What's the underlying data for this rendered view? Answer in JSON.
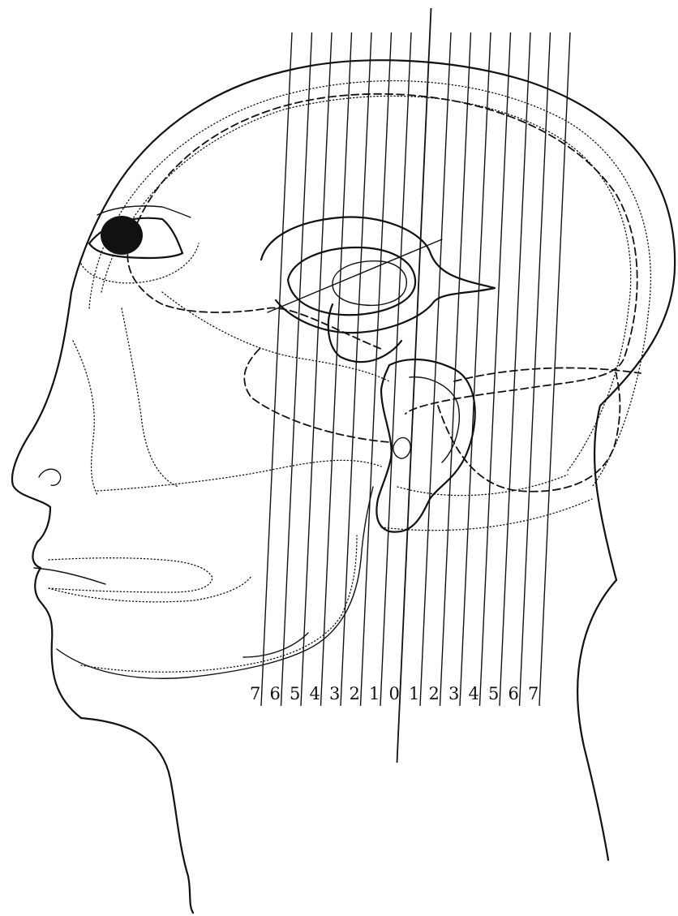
{
  "section_labels": {
    "left": [
      "7",
      "6",
      "5",
      "4",
      "3",
      "2",
      "1"
    ],
    "center": "0",
    "right": [
      "1",
      "2",
      "3",
      "4",
      "5",
      "6",
      "7"
    ]
  },
  "colors": {
    "ink": "#111111",
    "background": "#ffffff"
  }
}
